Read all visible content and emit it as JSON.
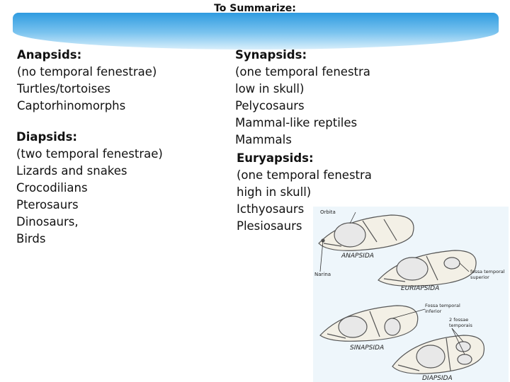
{
  "slide": {
    "title": "To Summarize:"
  },
  "left": {
    "anapsids": {
      "heading": "Anapsids:",
      "lines": [
        "(no temporal fenestrae)",
        "Turtles/tortoises",
        "Captorhinomorphs"
      ]
    },
    "diapsids": {
      "heading": "Diapsids:",
      "lines": [
        "(two temporal fenestrae)",
        "Lizards and snakes",
        "Crocodilians",
        "Pterosaurs",
        "Dinosaurs,",
        "Birds"
      ]
    }
  },
  "right": {
    "synapsids": {
      "heading": "Synapsids:",
      "lines": [
        "(one temporal fenestra",
        "low in skull)",
        "Pelycosaurs",
        "Mammal-like reptiles",
        "Mammals"
      ]
    },
    "euryapsids": {
      "heading": "Euryapsids:",
      "lines": [
        "(one temporal fenestra",
        "high in skull)",
        "Icthyosaurs",
        "Plesiosaurs"
      ]
    }
  },
  "figure": {
    "labels": {
      "orbita": "Orbita",
      "narina": "Narina",
      "anapsida": "ANAPSIDA",
      "euriapsida": "EURIAPSIDA",
      "fossa_superior_1": "fossa temporal",
      "fossa_superior_2": "superior",
      "fossa_inferior_1": "Fossa temporal",
      "fossa_inferior_2": "inferior",
      "two_fossae_1": "2 fossae",
      "two_fossae_2": "temporais",
      "sinapsida": "SINAPSIDA",
      "diapsida": "DIAPSIDA"
    }
  }
}
